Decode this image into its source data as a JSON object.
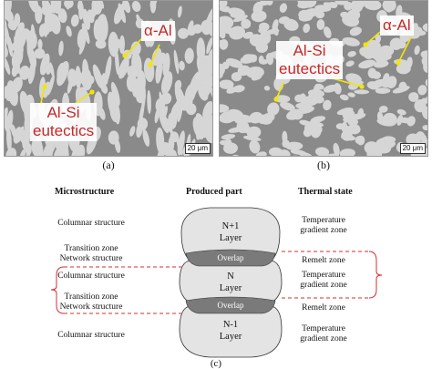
{
  "panel_a": {
    "callout_alpha": "α-Al",
    "callout_alsi_1": "Al-Si",
    "callout_alsi_2": "eutectics",
    "scale_bar": "20 μm",
    "caption": "(a)"
  },
  "panel_b": {
    "callout_alpha": "α-Al",
    "callout_alsi_1": "Al-Si",
    "callout_alsi_2": "eutectics",
    "scale_bar": "20 μm",
    "caption": "(b)"
  },
  "panel_c": {
    "headers": {
      "microstructure": "Microstructure",
      "produced_part": "Produced part",
      "thermal_state": "Thermal state"
    },
    "microstructure": {
      "row1": "Columnar structure",
      "row2a": "Transition zone",
      "row2b": "Network structure",
      "row3": "Columnar structure",
      "row4a": "Transition zone",
      "row4b": "Network structure",
      "row5": "Columnar structure"
    },
    "layers": {
      "top_1": "N+1",
      "top_2": "Layer",
      "overlap_top": "Overlap",
      "mid_1": "N",
      "mid_2": "Layer",
      "overlap_bottom": "Overlap",
      "bot_1": "N-1",
      "bot_2": "Layer"
    },
    "thermal": {
      "row1a": "Temperature",
      "row1b": "gradient zone",
      "row2": "Remelt zone",
      "row3a": "Temperature",
      "row3b": "gradient zone",
      "row4": "Remelt zone",
      "row5a": "Temperature",
      "row5b": "gradient zone"
    },
    "caption": "(c)"
  },
  "colors": {
    "matrix": "#d6d6d6",
    "eutectic": "#8a8a8a",
    "callout_text": "#c62828",
    "arrow": "#f2e600",
    "bracket": "#d32f2f",
    "layer_fill": "#e4e4e4",
    "overlap_fill": "#7a7a7a"
  }
}
